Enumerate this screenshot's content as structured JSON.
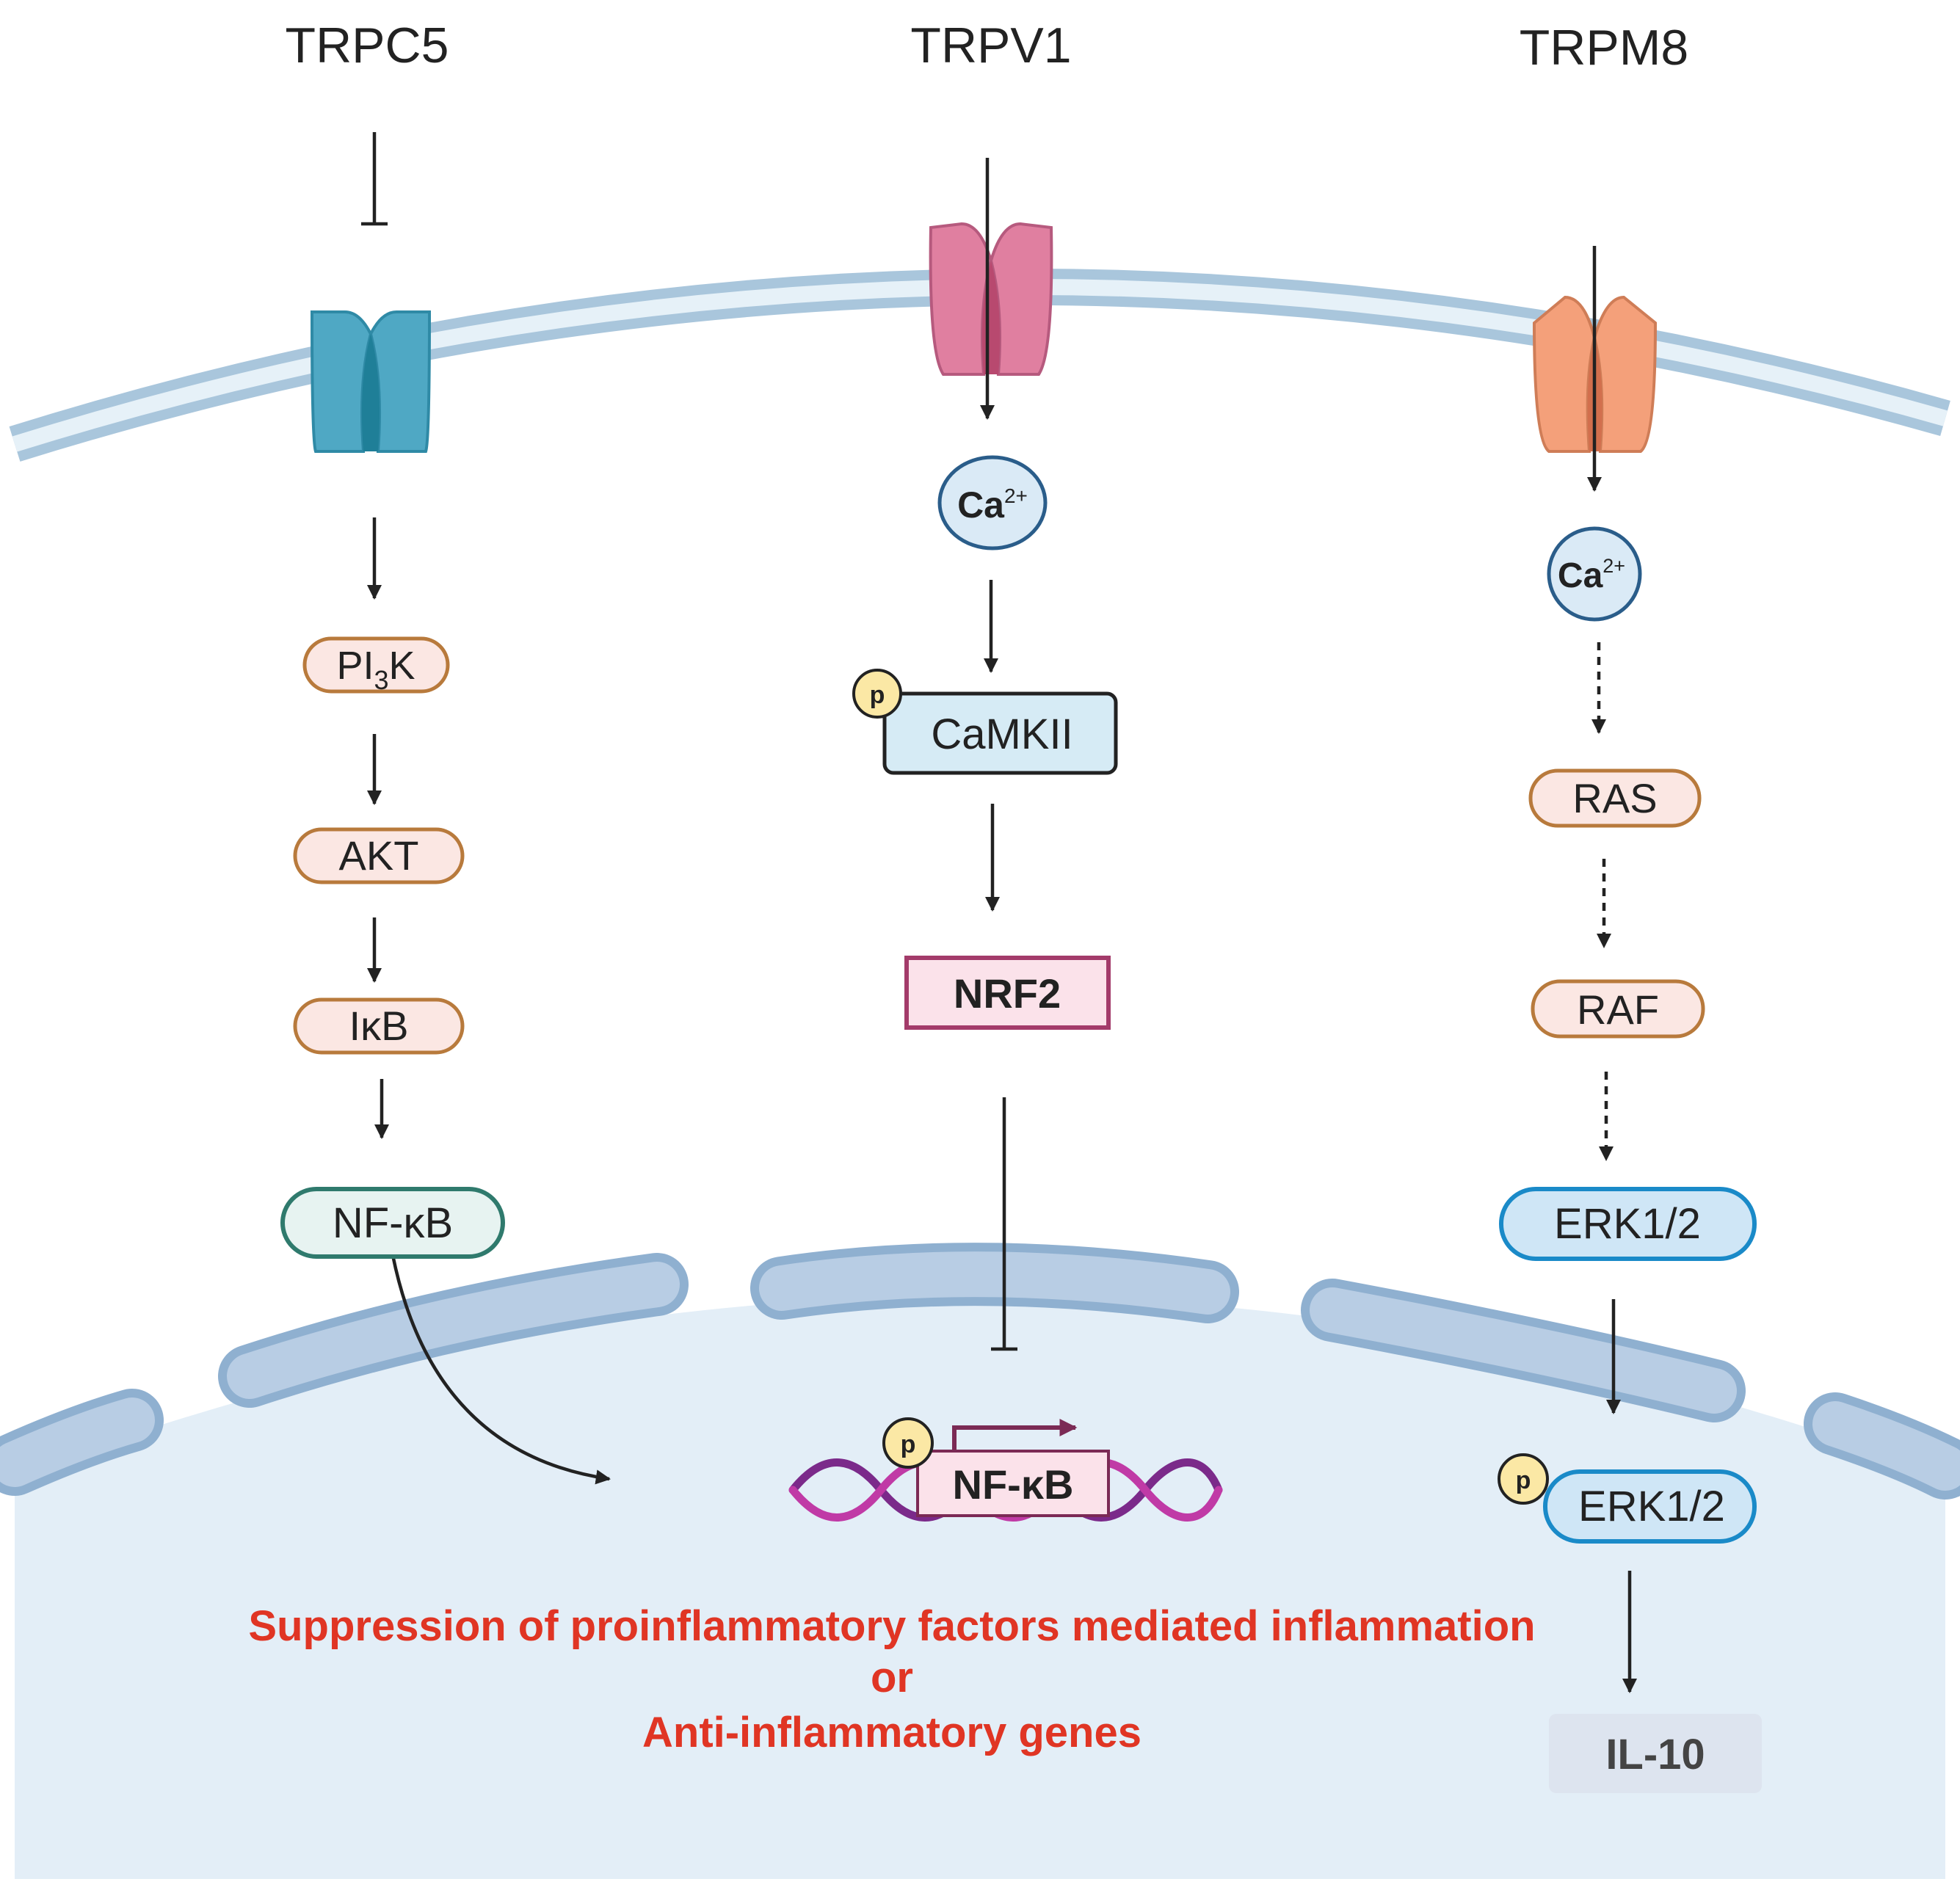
{
  "channels": {
    "trpc5": "TRPC5",
    "trpv1": "TRPV1",
    "trpm8": "TRPM8"
  },
  "ions": {
    "ca_symbol": "Ca",
    "ca_charge": "2+"
  },
  "trpc5_pathway": {
    "pi3k_main": "PI",
    "pi3k_sub": "3",
    "pi3k_end": "K",
    "akt": "AKT",
    "ikb": "IκB",
    "nfkb": "NF-κB"
  },
  "trpv1_pathway": {
    "phospho": "p",
    "camkii": "CaMKII",
    "nrf2": "NRF2",
    "nucleus_phospho": "p",
    "nucleus_nfkb": "NF-κB"
  },
  "trpm8_pathway": {
    "ras": "RAS",
    "raf": "RAF",
    "erk": "ERK1/2",
    "phospho": "p",
    "erk_phos": "ERK1/2",
    "il10": "IL-10"
  },
  "outcome": {
    "line1": "Suppression of proinflammatory factors  mediated inflammation",
    "line2": "or",
    "line3": "Anti-inflammatory genes"
  },
  "colors": {
    "membrane": "#bcd8ea",
    "nucleus_fill": "#e3eef7",
    "nuclear_pore": "#a9c3df",
    "trpc5": "#4fa8c4",
    "trpv1": "#e07fa0",
    "trpm8": "#f4a07a",
    "ca_fill": "#daeaf6",
    "ca_stroke": "#2a5d8a",
    "kinase_fill": "#fbe7e3",
    "kinase_stroke": "#b87a3c",
    "nfkb_cyto_stroke": "#2f7a6d",
    "nfkb_cyto_fill": "#e7f3f1",
    "camkii_fill": "#d6ebf5",
    "nrf2_stroke": "#a33b6a",
    "nrf2_fill": "#fbe2ea",
    "erk_fill": "#cfe6f6",
    "erk_stroke": "#1a8ac8",
    "phospho_fill": "#fbe8a5",
    "il10_fill": "#dde4ef",
    "dna_a": "#7b2a8a",
    "dna_b": "#c03aa6",
    "outcome_text": "#e03524"
  }
}
